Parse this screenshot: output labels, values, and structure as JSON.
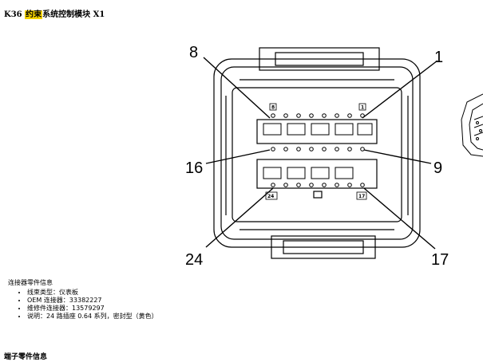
{
  "header": {
    "code": "K36",
    "highlight": "约束",
    "rest": "系统控制模块 X1"
  },
  "diagram": {
    "pin_labels": [
      "8",
      "1",
      "16",
      "9",
      "24",
      "17"
    ],
    "inner_labels": [
      "8",
      "1",
      "24",
      "17"
    ]
  },
  "connector_info": {
    "heading": "连接器零件信息",
    "items": [
      "线束类型：仪表板",
      "OEM 连接器：33382227",
      "维修件连接器：13579297",
      "说明：24 路插座 0.64 系列，密封型（黄色）"
    ]
  },
  "terminal_info": {
    "heading": "端子零件信息"
  }
}
